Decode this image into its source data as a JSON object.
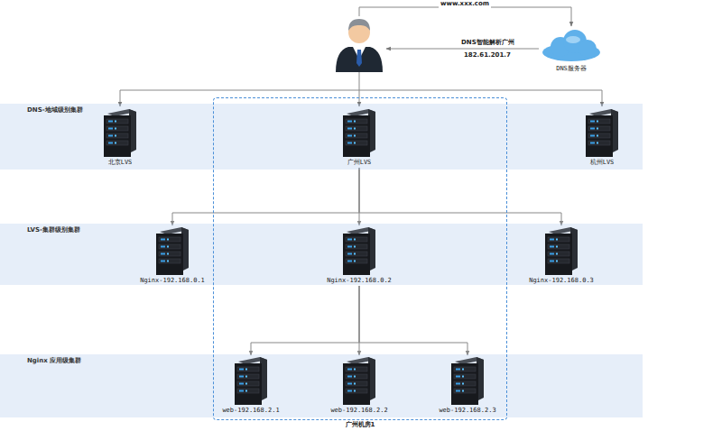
{
  "diagram": {
    "nodes": [
      {
        "text": [
          "DNS服务器"
        ]
      },
      {
        "text": [
          "DNS-地域级别集群"
        ]
      },
      {
        "text": [
          "北京LVS"
        ],
        "in": 1
      },
      {
        "text": [
          "广州LVS"
        ],
        "in": 1
      },
      {
        "text": [
          "杭州LVS"
        ],
        "in": 1
      },
      {
        "text": [
          "LVS-集群级别集群"
        ]
      },
      {
        "text": [
          "Nginx-192.168.0.1"
        ],
        "in": 5
      },
      {
        "text": [
          "Nginx-192.168.0.2"
        ],
        "in": 5
      },
      {
        "text": [
          "Nginx-192.168.0.3"
        ],
        "in": 5
      },
      {
        "text": [
          "Nginx 应用级集群"
        ]
      },
      {
        "text": [
          "web-192.168.2.1"
        ],
        "in": 9
      },
      {
        "text": [
          "web-192.168.2.2"
        ],
        "in": 9
      },
      {
        "text": [
          "web-192.168.2.3"
        ],
        "in": 9
      },
      {
        "text": [
          "广州机房1"
        ]
      }
    ],
    "edges": [
      {
        "from": 3,
        "to": 6,
        "arrow": "to"
      },
      {
        "from": 3,
        "to": 7,
        "arrow": "to"
      },
      {
        "from": 3,
        "to": 8,
        "arrow": "to"
      },
      {
        "from": 7,
        "to": 10,
        "arrow": "to"
      },
      {
        "from": 7,
        "to": 11,
        "arrow": "to"
      },
      {
        "from": 7,
        "to": 12,
        "arrow": "to"
      }
    ],
    "labels": [
      "www.xxx.com",
      "DNS智能解析广州",
      "182.61.201.7"
    ]
  }
}
